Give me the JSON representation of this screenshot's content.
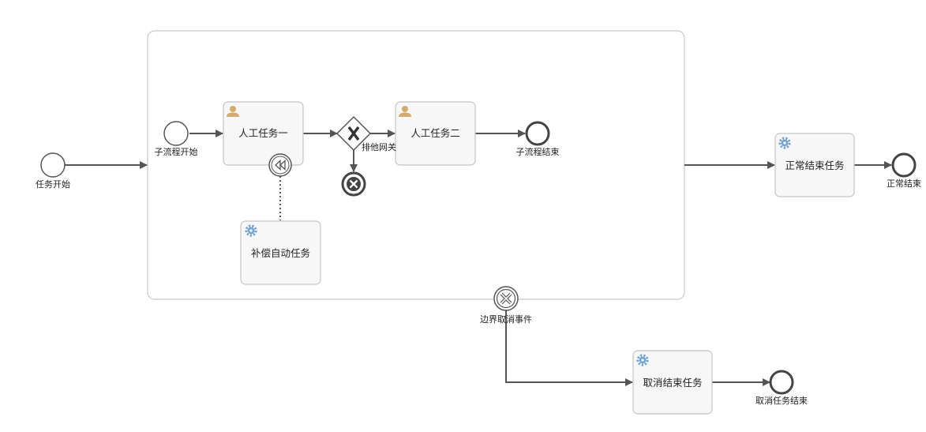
{
  "diagram": {
    "start_event": "任务开始",
    "subprocess": {
      "start_event": "子流程开始",
      "task_1": "人工任务一",
      "gateway": "排他网关",
      "task_2": "人工任务二",
      "end_event": "子流程结束",
      "compensation_task": "补偿自动任务"
    },
    "boundary_event": "边界取消事件",
    "normal_end_task": "正常结束任务",
    "normal_end_event": "正常结束",
    "cancel_end_task": "取消结束任务",
    "cancel_end_event": "取消任务结束"
  },
  "colors": {
    "user_icon": "#d4ab6a",
    "service_icon": "#6fa1cf",
    "flow": "#555555",
    "task_fill": "#f7f7f7",
    "task_border": "#c4c4c4"
  }
}
